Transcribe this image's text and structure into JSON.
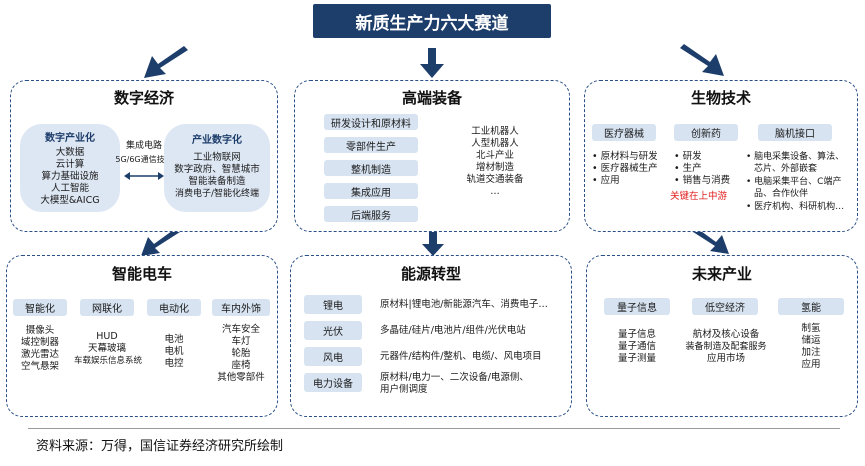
{
  "title": "新质生产力六大赛道",
  "colors": {
    "navy": "#1d3d6b",
    "box": "#d7e3f1",
    "border": "#2a4f86",
    "red": "#e02020"
  },
  "digital": {
    "title": "数字经济",
    "left": {
      "head": "数字产业化",
      "items": [
        "大数据",
        "云计算",
        "算力基础设施",
        "人工智能",
        "大模型&AICG"
      ]
    },
    "middle": {
      "top": "集成电路",
      "bottom": "5G/6G通信技术"
    },
    "right": {
      "head": "产业数字化",
      "items": [
        "工业物联网",
        "数字政府、智慧城市",
        "智能装备制造",
        "消费电子/智能化终端"
      ]
    }
  },
  "highend": {
    "title": "高端装备",
    "boxes": [
      "研发设计和原材料",
      "零部件生产",
      "整机制造",
      "集成应用",
      "后端服务"
    ],
    "items": [
      "工业机器人",
      "人型机器人",
      "北斗产业",
      "增材制造",
      "轨道交通装备",
      "…"
    ]
  },
  "bio": {
    "title": "生物技术",
    "cols": [
      {
        "head": "医疗器械",
        "items": [
          "原材料与研发",
          "医疗器械生产",
          "应用"
        ]
      },
      {
        "head": "创新药",
        "items": [
          "研发",
          "生产",
          "销售与消费"
        ],
        "note": "关键在上中游"
      },
      {
        "head": "脑机接口",
        "items": [
          "脑电采集设备、算法、",
          "芯片、外部嵌套",
          "电脑采集平台、C端产",
          "品、合作伙伴",
          "医疗机构、科研机构…"
        ]
      }
    ]
  },
  "ev": {
    "title": "智能电车",
    "cols": [
      {
        "head": "智能化",
        "items": [
          "摄像头",
          "域控制器",
          "激光雷达",
          "空气悬架"
        ]
      },
      {
        "head": "网联化",
        "items": [
          "HUD",
          "天幕玻璃",
          "车载娱乐信息系统"
        ]
      },
      {
        "head": "电动化",
        "items": [
          "电池",
          "电机",
          "电控"
        ]
      },
      {
        "head": "车内外饰",
        "items": [
          "汽车安全",
          "车灯",
          "轮胎",
          "座椅",
          "其他零部件"
        ]
      }
    ]
  },
  "energy": {
    "title": "能源转型",
    "rows": [
      {
        "label": "锂电",
        "text": "原材料|锂电池/新能源汽车、消费电子…"
      },
      {
        "label": "光伏",
        "text": "多晶硅/硅片/电池片/组件/光伏电站"
      },
      {
        "label": "风电",
        "text": "元器件/结构件/整机、电缆/、风电项目"
      },
      {
        "label": "电力设备",
        "text": "原材料/电力一、二次设备/电源侧、",
        "text2": "用户侧调度"
      }
    ]
  },
  "future": {
    "title": "未来产业",
    "cols": [
      {
        "head": "量子信息",
        "items": [
          "量子信息",
          "量子通信",
          "量子测量"
        ]
      },
      {
        "head": "低空经济",
        "items": [
          "航材及核心设备",
          "装备制造及配套服务",
          "应用市场"
        ]
      },
      {
        "head": "氢能",
        "items": [
          "制氢",
          "储运",
          "加注",
          "应用"
        ]
      }
    ]
  },
  "footer": "资料来源：万得，国信证券经济研究所绘制"
}
